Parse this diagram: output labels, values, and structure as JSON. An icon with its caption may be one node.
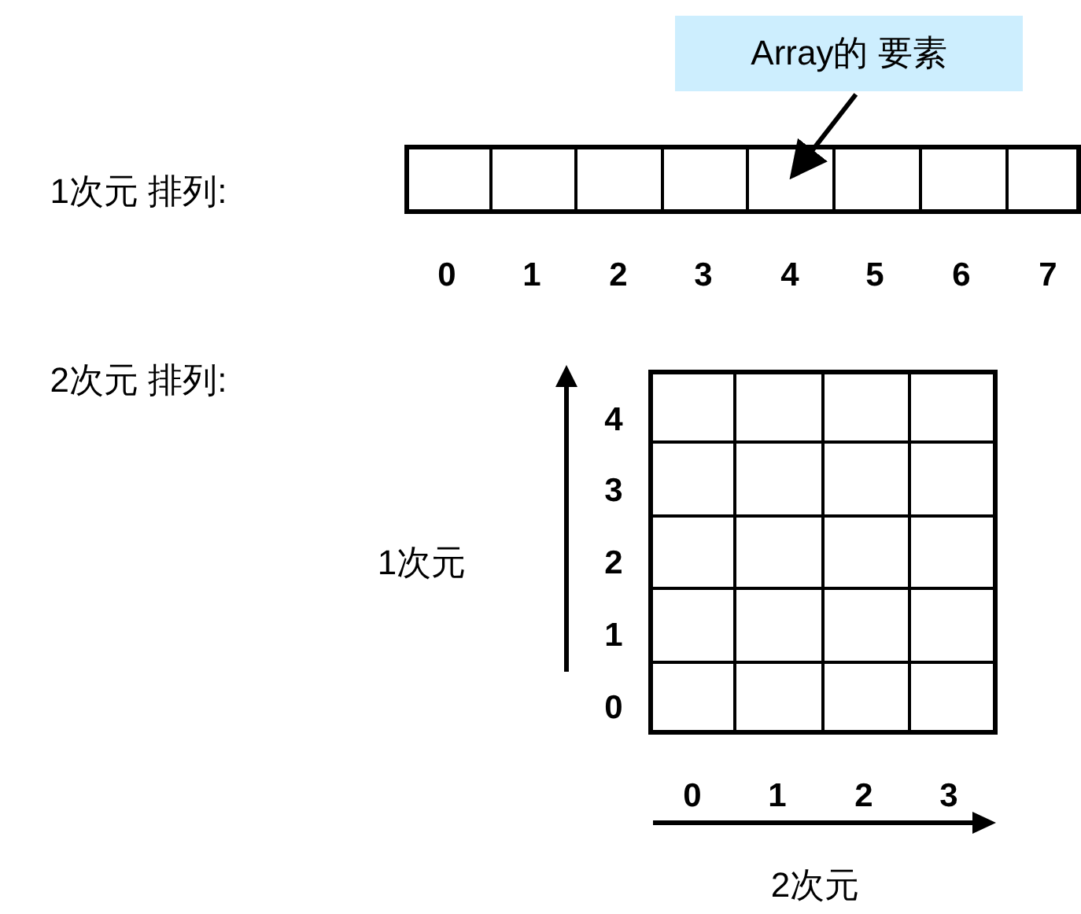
{
  "diagram": {
    "nodes": [
      {
        "text": [
          "Array的 要素"
        ]
      },
      {
        "text": [],
        "shape": "box"
      },
      {
        "text": [],
        "shape": "box"
      },
      {
        "text": [],
        "shape": "box"
      },
      {
        "text": [],
        "shape": "box"
      },
      {
        "text": [],
        "shape": "box"
      },
      {
        "text": [],
        "shape": "box"
      },
      {
        "text": [],
        "shape": "box"
      },
      {
        "text": [],
        "shape": "box"
      },
      {
        "text": [],
        "shape": "box"
      },
      {
        "text": [],
        "shape": "box"
      },
      {
        "text": [],
        "shape": "box"
      },
      {
        "text": [],
        "shape": "box"
      },
      {
        "text": [],
        "shape": "box"
      },
      {
        "text": [],
        "shape": "box"
      },
      {
        "text": [],
        "shape": "box"
      },
      {
        "text": [],
        "shape": "box"
      },
      {
        "text": [],
        "shape": "box"
      },
      {
        "text": [],
        "shape": "box"
      },
      {
        "text": [],
        "shape": "box"
      },
      {
        "text": [],
        "shape": "box"
      },
      {
        "text": [],
        "shape": "box"
      },
      {
        "text": [],
        "shape": "box"
      },
      {
        "text": [],
        "shape": "box"
      },
      {
        "text": [],
        "shape": "box"
      },
      {
        "text": [],
        "shape": "box"
      },
      {
        "text": [],
        "shape": "box"
      },
      {
        "text": [],
        "shape": "box"
      },
      {
        "text": [],
        "shape": "box"
      }
    ],
    "edges": [
      {
        "from": 0,
        "to": 5,
        "arrow": "to"
      }
    ],
    "labels": [
      "1次元 排列:",
      "0",
      "1",
      "2",
      "3",
      "4",
      "5",
      "6",
      "7",
      "2次元 排列:",
      "4",
      "3",
      "1次元",
      "2",
      "1",
      "0",
      "0",
      "1",
      "2",
      "3",
      "2次元"
    ]
  }
}
